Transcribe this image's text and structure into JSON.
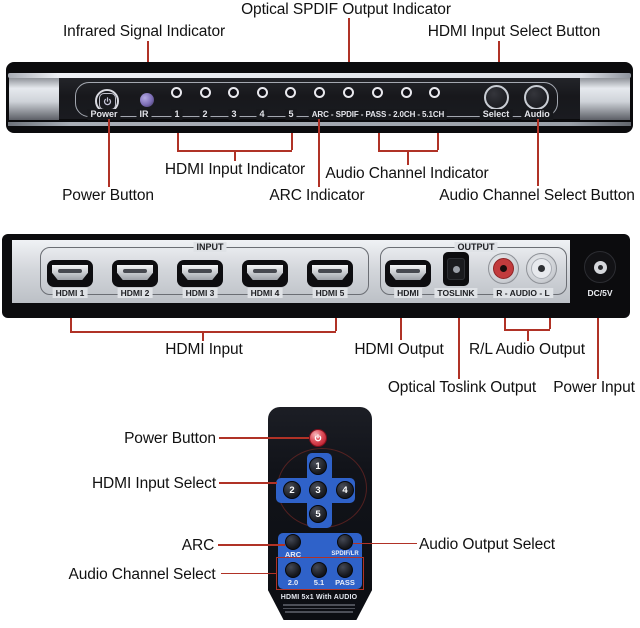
{
  "front": {
    "callout_optical": "Optical SPDIF Output Indicator",
    "callout_infrared": "Infrared Signal Indicator",
    "callout_hdmi_select": "HDMI Input Select Button",
    "callout_power": "Power Button",
    "callout_hdmi_input_ind": "HDMI Input Indicator",
    "callout_arc_ind": "ARC Indicator",
    "callout_audio_ch_ind": "Audio Channel Indicator",
    "callout_audio_ch_sel": "Audio Channel Select Button",
    "power_label": "Power",
    "ir_label": "IR",
    "input_leds": [
      "1",
      "2",
      "3",
      "4",
      "5"
    ],
    "audio_leds_string": "ARC - SPDIF - PASS - 2.0CH - 5.1CH",
    "select_label": "Select",
    "audio_label": "Audio"
  },
  "back": {
    "input_header": "INPUT",
    "output_header": "OUTPUT",
    "port_labels": [
      "HDMI 1",
      "HDMI 2",
      "HDMI 3",
      "HDMI 4",
      "HDMI 5"
    ],
    "output_hdmi": "HDMI",
    "toslink": "TOSLINK",
    "audio_jacks": "R - AUDIO - L",
    "dc": "DC/5V",
    "callout_hdmi_input": "HDMI Input",
    "callout_hdmi_output": "HDMI Output",
    "callout_rl_audio": "R/L Audio Output",
    "callout_toslink": "Optical Toslink Output",
    "callout_power_input": "Power Input"
  },
  "remote": {
    "callout_power": "Power Button",
    "callout_hdmi_select": "HDMI Input Select",
    "callout_arc": "ARC",
    "callout_audio_ch": "Audio Channel Select",
    "callout_audio_out": "Audio Output Select",
    "dpad": [
      "1",
      "2",
      "3",
      "4",
      "5"
    ],
    "arc": "ARC",
    "spdif": "SPDIF/LR",
    "ch": [
      "2.0",
      "5.1",
      "PASS"
    ],
    "brand": "HDMI 5x1 With AUDIO"
  },
  "colors": {
    "callout_red": "#b03226",
    "remote_blue": "#2f62c9",
    "ir_purple": "#7b6cb4",
    "power_red": "#c22736"
  }
}
